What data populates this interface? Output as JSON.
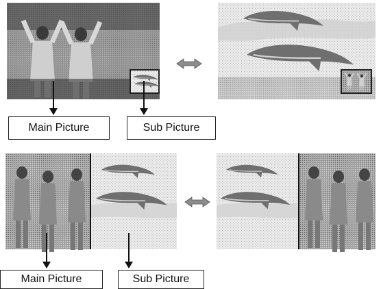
{
  "labels": {
    "top_main": "Main Picture",
    "top_sub": "Sub Picture",
    "bottom_main": "Main Picture",
    "bottom_sub": "Sub Picture"
  },
  "colors": {
    "frame_gray": "#9a9a9a",
    "dark": "#2a2a2a",
    "sky": "#eeeeee",
    "arrow": "#111111",
    "swap_arrow": "#8c8c8c"
  },
  "icons": {
    "swap": "double-headed-arrow",
    "pointer": "down-arrow"
  }
}
